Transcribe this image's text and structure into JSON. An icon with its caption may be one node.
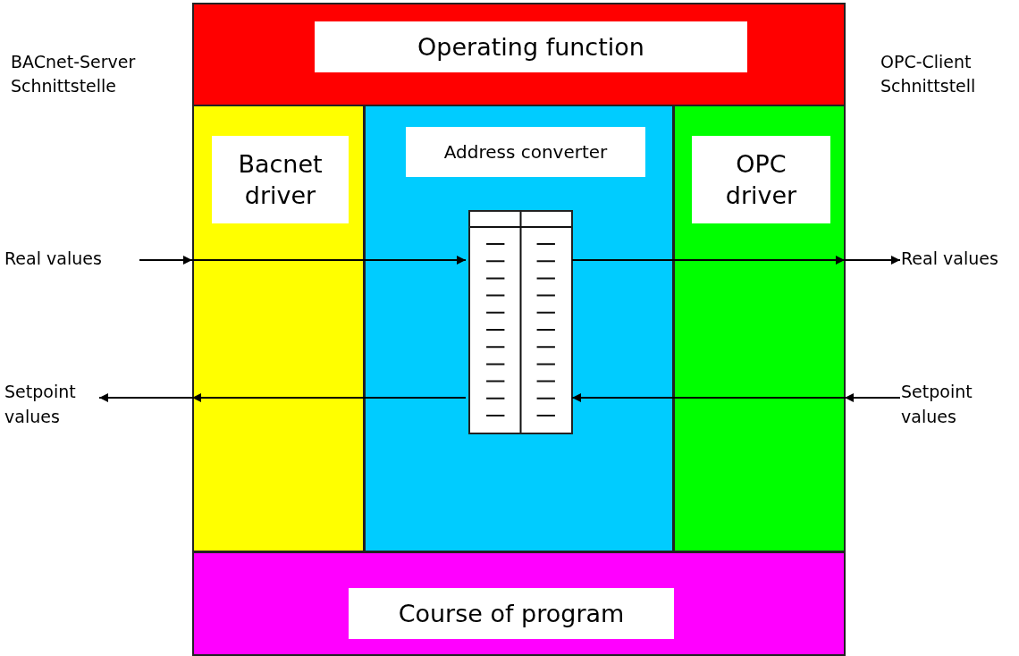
{
  "diagram": {
    "nodes": [
      {
        "text": [
          "Operating function"
        ]
      },
      {
        "text": [
          "Bacnet driver"
        ]
      },
      {
        "text": [
          "Address converter"
        ]
      },
      {
        "text": [],
        "shape": "box",
        "in": 2
      },
      {
        "text": [
          "OPC driver"
        ]
      },
      {
        "text": [
          "Course of program"
        ]
      },
      {
        "text": [
          "Real values"
        ]
      },
      {
        "text": [
          "Real values"
        ]
      },
      {
        "text": [
          "Setpoint values"
        ]
      },
      {
        "text": [
          "Setpoint values"
        ]
      }
    ],
    "edges": [
      {
        "from": 6,
        "to": 1,
        "arrow": "to"
      },
      {
        "from": 1,
        "to": 3,
        "arrow": "to"
      },
      {
        "from": 3,
        "to": 4,
        "arrow": "to"
      },
      {
        "from": 4,
        "to": 7,
        "arrow": "to"
      },
      {
        "from": 9,
        "to": 4,
        "arrow": "to"
      },
      {
        "from": 4,
        "to": 3,
        "arrow": "to"
      },
      {
        "from": 3,
        "to": 1,
        "arrow": "to"
      },
      {
        "from": 1,
        "to": 8,
        "arrow": "to"
      }
    ],
    "labels": [
      "BACnet-Server Schnittstelle",
      "OPC-Client Schnittstell"
    ]
  }
}
